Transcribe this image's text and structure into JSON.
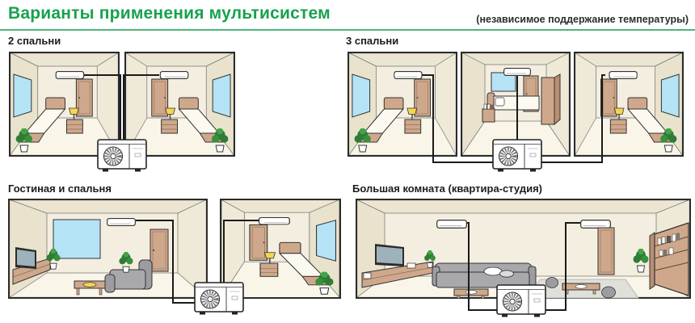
{
  "header": {
    "title": "Варианты применения мультисистем",
    "subtitle": "(независимое поддержание температуры)"
  },
  "sections": [
    {
      "id": "two-bedrooms",
      "label": "2 спальни",
      "rooms_shown": 2,
      "indoor_units": 2,
      "outdoor_units": 1
    },
    {
      "id": "three-bedrooms",
      "label": "3 спальни",
      "rooms_shown": 3,
      "indoor_units": 3,
      "outdoor_units": 1
    },
    {
      "id": "living-and-bedroom",
      "label": "Гостиная и спальня",
      "rooms_shown": 2,
      "indoor_units": 2,
      "outdoor_units": 1
    },
    {
      "id": "studio",
      "label": "Большая комната (квартира-студия)",
      "rooms_shown": 1,
      "indoor_units": 2,
      "outdoor_units": 1
    }
  ],
  "icons": {
    "indoor_ac": "wall-mounted-ac-icon",
    "outdoor_unit": "outdoor-compressor-icon",
    "pipe": "refrigerant-pipe-line",
    "window": "window-pane",
    "door": "room-door",
    "plant": "potted-plant-icon"
  },
  "colors": {
    "accent_green": "#17a24c",
    "rule_green": "#4db37a",
    "label_dark": "#1c1c1c",
    "outline": "#2b2b2b",
    "wall_beige": "#f4eee0",
    "floor_cream": "#f9f5e8",
    "window_blue": "#b5e3f6",
    "furniture_tan": "#cfa88b",
    "sofa_gray": "#a9a9ad",
    "lamp_yellow": "#f5d64f",
    "plant_green": "#2e7c36"
  }
}
